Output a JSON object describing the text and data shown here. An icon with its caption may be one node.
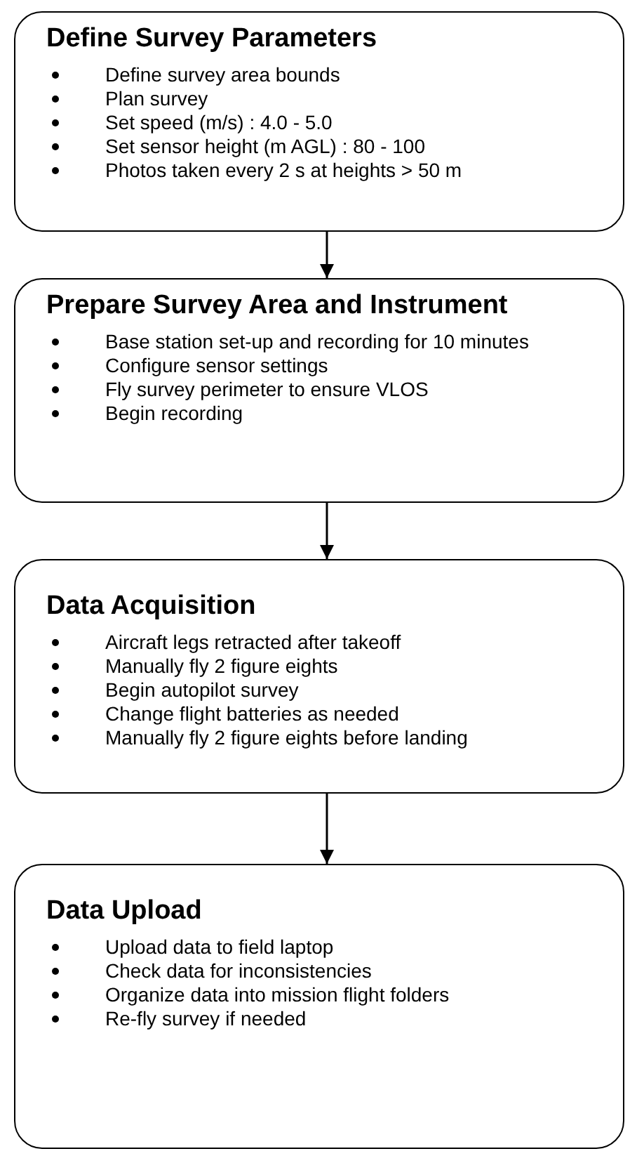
{
  "diagram": {
    "nodes": [
      {
        "text": [
          "Define Survey Parameters",
          "Define survey area bounds",
          "Plan survey",
          "Set speed (m/s) : 4.0 - 5.0",
          "Set sensor height (m AGL) : 80 - 100",
          "Photos taken every 2 s at heights > 50 m"
        ]
      },
      {
        "text": [
          "Prepare Survey Area and Instrument",
          "Base station set-up and recording for 10 minutes",
          "Configure sensor settings",
          "Fly survey perimeter to ensure VLOS",
          "Begin recording"
        ]
      },
      {
        "text": [
          "Data Acquisition",
          "Aircraft legs retracted after takeoff",
          "Manually fly 2 figure eights",
          "Begin autopilot survey",
          "Change flight batteries as needed",
          "Manually fly 2 figure eights before landing"
        ]
      },
      {
        "text": [
          "Data Upload",
          "Upload data to field laptop",
          "Check data for inconsistencies",
          "Organize data into mission flight folders",
          "Re-fly survey if needed"
        ]
      }
    ],
    "edges": [
      {
        "from": 0,
        "to": 1,
        "arrow": "to"
      },
      {
        "from": 1,
        "to": 2,
        "arrow": "to"
      },
      {
        "from": 2,
        "to": 3,
        "arrow": "to"
      }
    ]
  }
}
